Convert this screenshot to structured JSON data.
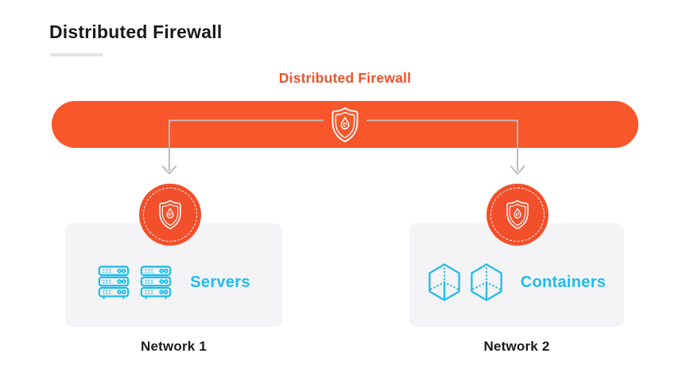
{
  "header": {
    "title": "Distributed Firewall"
  },
  "diagram": {
    "firewall_label": "Distributed Firewall",
    "bar_icon": "shield-flame-icon",
    "nodes": [
      {
        "icon": "shield-flame-icon"
      },
      {
        "icon": "shield-flame-icon"
      }
    ],
    "groups": [
      {
        "id": "network1",
        "label": "Servers",
        "icon": "server-icon",
        "icon_count": 2,
        "caption": "Network 1"
      },
      {
        "id": "network2",
        "label": "Containers",
        "icon": "container-cube-icon",
        "icon_count": 2,
        "caption": "Network 2"
      }
    ]
  },
  "colors": {
    "bar_orange": "#F8562B",
    "node_orange": "#F2502B",
    "label_orange": "#F0512B",
    "cyan": "#1FBCEB",
    "ink": "#1A1A1A",
    "card_bg": "#F4F4F6",
    "connector": "#BBBBBB",
    "underline": "#E4E4E4"
  }
}
